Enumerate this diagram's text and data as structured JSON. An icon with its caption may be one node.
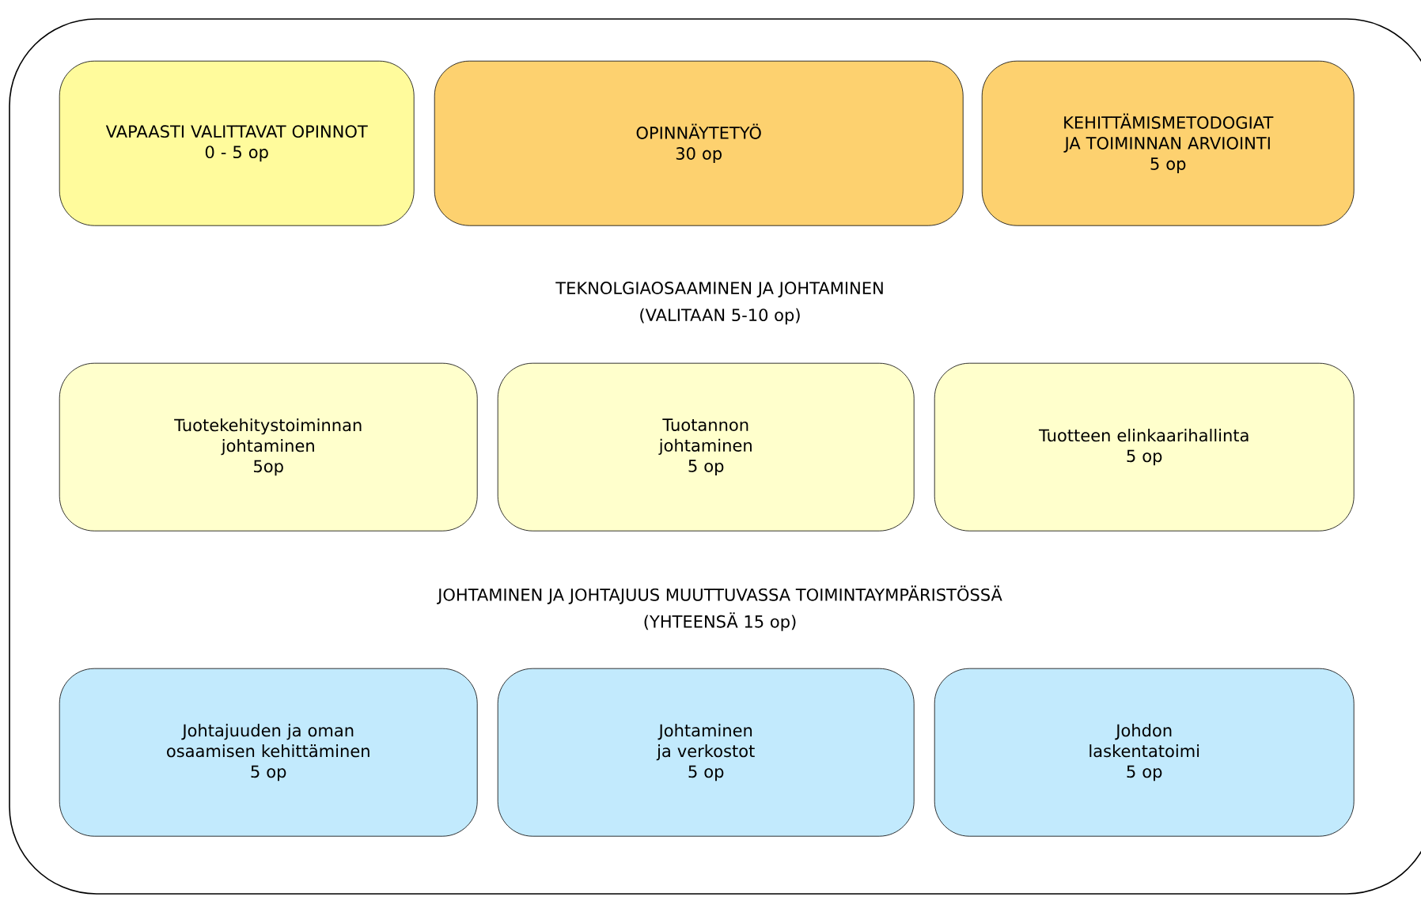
{
  "diagram": {
    "nodes": [
      {
        "text": [],
        "shape": "box"
      },
      {
        "text": [
          "VAPAASTI VALITTAVAT OPINNOT",
          "0 - 5 op"
        ],
        "in": 0
      },
      {
        "text": [
          "OPINNÄYTETYÖ",
          "30 op"
        ],
        "in": 0
      },
      {
        "text": [
          "KEHITTÄMISMETODOGIAT JA TOIMINNAN ARVIOINTI",
          "5 op"
        ],
        "in": 0
      },
      {
        "text": [
          "Tuotekehitystoiminnan johtaminen",
          "5op"
        ],
        "in": 0
      },
      {
        "text": [
          "Tuotannon johtaminen",
          "5 op"
        ],
        "in": 0
      },
      {
        "text": [
          "Tuotteen elinkaarihallinta",
          "5 op"
        ],
        "in": 0
      },
      {
        "text": [
          "Johtajuuden ja oman osaamisen kehittäminen",
          "5 op"
        ],
        "in": 0
      },
      {
        "text": [
          "Johtaminen ja verkostot",
          "5 op"
        ],
        "in": 0
      },
      {
        "text": [
          "Johdon laskentatoimi",
          "5 op"
        ],
        "in": 0
      }
    ],
    "edges": [],
    "labels": [
      "TEKNOLGIAOSAAMINEN JA JOHTAMINEN",
      "(VALITAAN 5-10 op)",
      "JOHTAMINEN JA JOHTAJUUS MUUTTUVASSA TOIMINTAYMPÄRISTÖSSÄ",
      "(YHTEENSÄ 15 op)"
    ]
  }
}
